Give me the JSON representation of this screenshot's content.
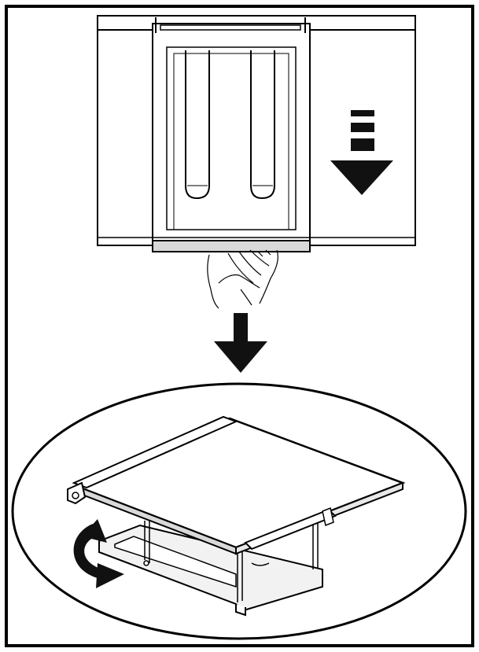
{
  "diagram": {
    "colors": {
      "stroke": "#000000",
      "fill_white": "#ffffff",
      "fill_light": "#f2f2f2",
      "fill_gray": "#d9d9d9",
      "arrow_fill": "#111111"
    },
    "icons": {
      "down_arrow": "down-arrow-icon",
      "dashed_down_arrow": "dashed-down-arrow-icon",
      "rotate_arrow": "rotate-arrow-icon",
      "hand": "hand-icon"
    },
    "steps": [
      {
        "name": "pull-drawer-down",
        "icon": "dashed-down-arrow-icon"
      },
      {
        "name": "remove-drawer",
        "icon": "down-arrow-icon"
      },
      {
        "name": "rotate-shelf",
        "icon": "rotate-arrow-icon"
      }
    ]
  }
}
